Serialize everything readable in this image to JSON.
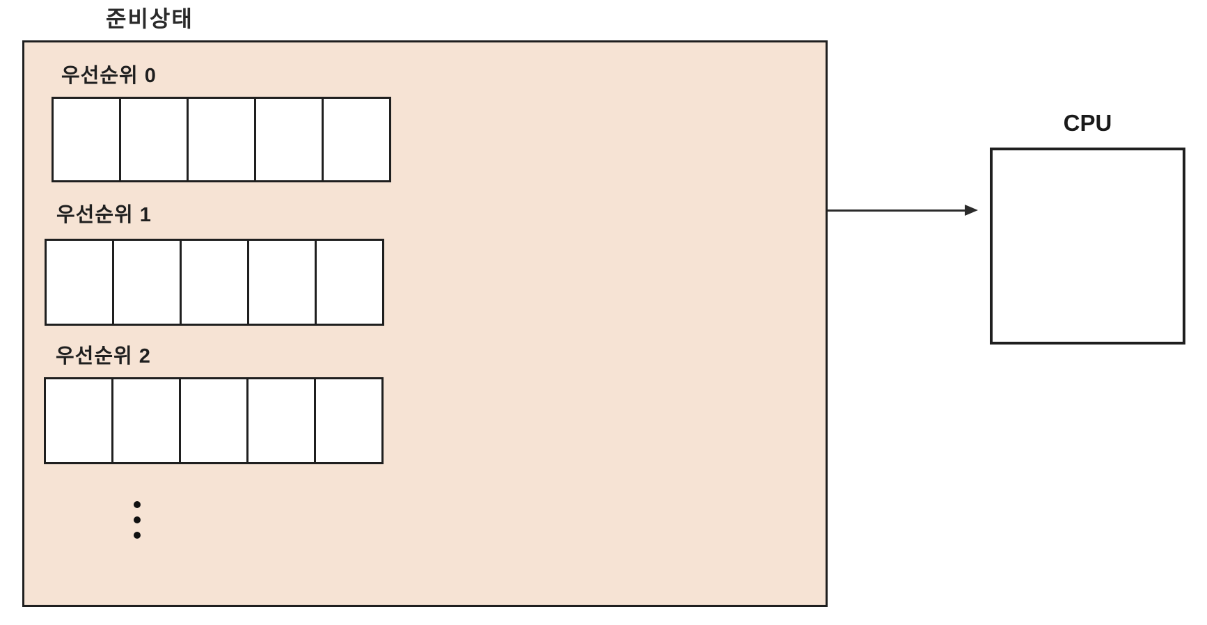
{
  "title": "준비상태",
  "ready_queues": {
    "queues": [
      {
        "label": "우선순위 0",
        "slots": 5
      },
      {
        "label": "우선순위 1",
        "slots": 5
      },
      {
        "label": "우선순위 2",
        "slots": 5
      }
    ],
    "ellipsis_dots": 3
  },
  "cpu": {
    "label": "CPU"
  },
  "arrow": {
    "direction": "ready-state-to-cpu"
  },
  "colors": {
    "ready_box_fill": "#f6e3d4",
    "outline": "#1f1f1f",
    "slot_fill": "#ffffff",
    "canvas_background": "#ffffff"
  }
}
